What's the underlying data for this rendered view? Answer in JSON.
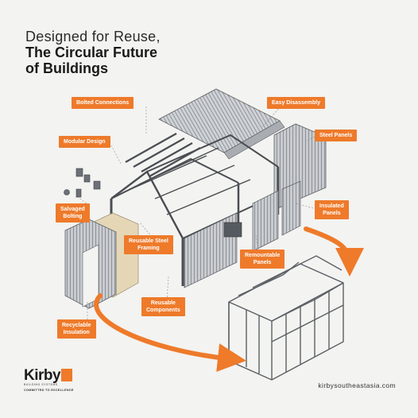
{
  "header": {
    "line1": "Designed for Reuse,",
    "line2": "The Circular Future",
    "line3": "of Buildings"
  },
  "callouts": {
    "bolted_connections": "Bolted Connections",
    "easy_disassembly": "Easy Disassembly",
    "modular_design": "Modular Design",
    "steel_panels": "Steel Panels",
    "salvaged_bolting_1": "Salvaged",
    "salvaged_bolting_2": "Bolting",
    "insulated_panels_1": "Insulated",
    "insulated_panels_2": "Panels",
    "reusable_steel_framing_1": "Reusable Steel",
    "reusable_steel_framing_2": "Framing",
    "remountable_panels_1": "Remountable",
    "remountable_panels_2": "Panels",
    "reusable_components_1": "Reusable",
    "reusable_components_2": "Components",
    "recyclable_insulation_1": "Recyclable",
    "recyclable_insulation_2": "Insulation"
  },
  "brand": {
    "name": "Kirby",
    "subtitle": "BUILDING SYSTEMS",
    "tagline": "COMMITTED TO EXCELLENCE"
  },
  "footer": {
    "website": "kirbysoutheastasia.com"
  },
  "colors": {
    "accent": "#ee7a2a",
    "background": "#f3f3f1",
    "frame": "#4a4d52",
    "panel": "#c9ccd0"
  },
  "icons": [
    "bolt-icon",
    "wrench-icon",
    "arrow-icon"
  ]
}
